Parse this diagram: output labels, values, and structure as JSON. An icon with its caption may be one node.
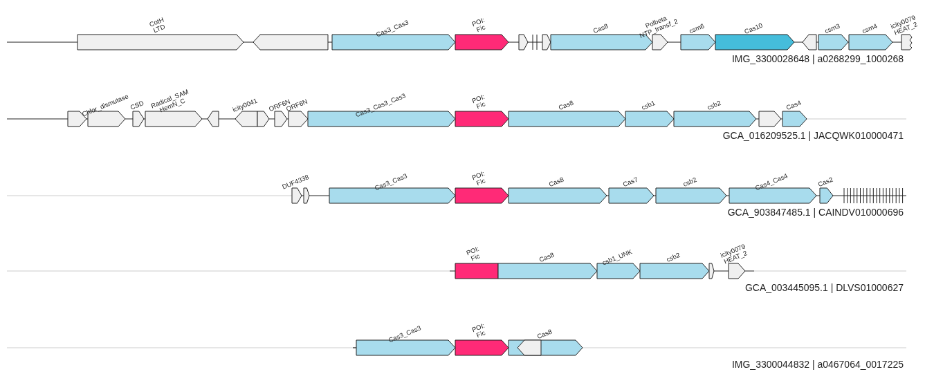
{
  "diagram": {
    "nodes": [
      {
        "text": [
          "CotH",
          "LTD"
        ]
      },
      {
        "text": [],
        "shape": "arrow"
      },
      {
        "text": [
          "Cas3_Cas3"
        ]
      },
      {
        "text": [
          "POI:",
          "Fic"
        ]
      },
      {
        "text": [],
        "shape": "arrow"
      },
      {
        "text": [],
        "shape": "arrow"
      },
      {
        "text": [
          "Cas8"
        ]
      },
      {
        "text": [
          "Polbeta",
          "NTP_transf_2"
        ]
      },
      {
        "text": [
          "csm6"
        ]
      },
      {
        "text": [
          "Cas10"
        ]
      },
      {
        "text": [],
        "shape": "arrow"
      },
      {
        "text": [
          "csm3"
        ]
      },
      {
        "text": [
          "csm4"
        ]
      },
      {
        "text": [
          "icity0079",
          "HEAT_2"
        ]
      },
      {
        "text": [],
        "shape": "arrow"
      },
      {
        "text": [
          "Chlor_dismutase"
        ]
      },
      {
        "text": [
          "CSD"
        ]
      },
      {
        "text": [
          "Radical_SAM",
          "HemN_C"
        ]
      },
      {
        "text": [],
        "shape": "arrow"
      },
      {
        "text": [
          "icity0041"
        ]
      },
      {
        "text": [],
        "shape": "arrow"
      },
      {
        "text": [
          "ORF6N"
        ]
      },
      {
        "text": [
          "ORF6N"
        ]
      },
      {
        "text": [
          "Cas3_Cas3_Cas3"
        ]
      },
      {
        "text": [
          "POI:",
          "Fic"
        ]
      },
      {
        "text": [
          "Cas8"
        ]
      },
      {
        "text": [
          "csb1"
        ]
      },
      {
        "text": [
          "csb2"
        ]
      },
      {
        "text": [],
        "shape": "arrow"
      },
      {
        "text": [
          "Cas4"
        ]
      },
      {
        "text": [
          "DUF4338"
        ]
      },
      {
        "text": [],
        "shape": "arrow"
      },
      {
        "text": [
          "Cas3_Cas3"
        ]
      },
      {
        "text": [
          "POI:",
          "Fic"
        ]
      },
      {
        "text": [
          "Cas8"
        ]
      },
      {
        "text": [
          "Cas7"
        ]
      },
      {
        "text": [
          "csb2"
        ]
      },
      {
        "text": [
          "Cas4_Cas4"
        ]
      },
      {
        "text": [
          "Cas2"
        ]
      },
      {
        "text": [
          "POI:",
          "Fic"
        ]
      },
      {
        "text": [
          "Cas8"
        ]
      },
      {
        "text": [
          "csb1_UNK"
        ]
      },
      {
        "text": [
          "csb2"
        ]
      },
      {
        "text": [],
        "shape": "arrow"
      },
      {
        "text": [
          "icity0079",
          "HEAT_2"
        ]
      },
      {
        "text": [
          "Cas3_Cas3"
        ]
      },
      {
        "text": [
          "POI:",
          "Fic"
        ]
      },
      {
        "text": [
          "Cas8"
        ]
      },
      {
        "text": [],
        "shape": "arrow",
        "in": 47
      }
    ],
    "labels": [
      "IMG_3300028648 | a0268299_1000268",
      "GCA_016209525.1 | JACQWK010000471",
      "GCA_903847485.1 | CAINDV010000696",
      "GCA_003445095.1 | DLVS01000627",
      "IMG_3300044832 | a0467064_0017225"
    ]
  }
}
